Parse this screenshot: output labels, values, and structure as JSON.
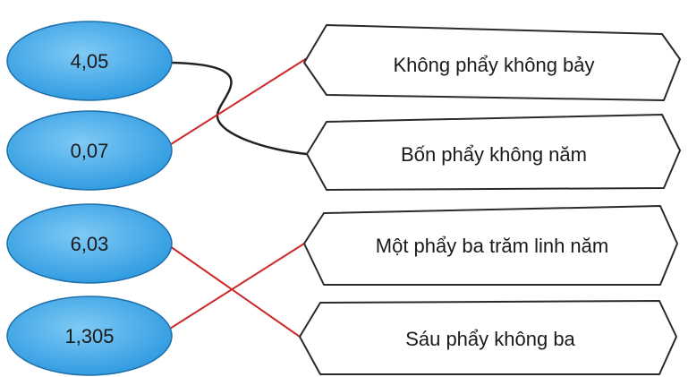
{
  "numbers": [
    {
      "label": "4,05"
    },
    {
      "label": "0,07"
    },
    {
      "label": "6,03"
    },
    {
      "label": "1,305"
    }
  ],
  "words": [
    {
      "label": "Không phẩy không bảy"
    },
    {
      "label": "Bốn phẩy không năm"
    },
    {
      "label": "Một phẩy ba trăm linh năm"
    },
    {
      "label": "Sáu phẩy không ba"
    }
  ],
  "colors": {
    "oval_fill": "#3aa7ea",
    "oval_stroke": "#1f6fa8",
    "box_stroke": "#2a2a2a",
    "connector_black": "#222222",
    "connector_red": "#cc2a2a"
  }
}
